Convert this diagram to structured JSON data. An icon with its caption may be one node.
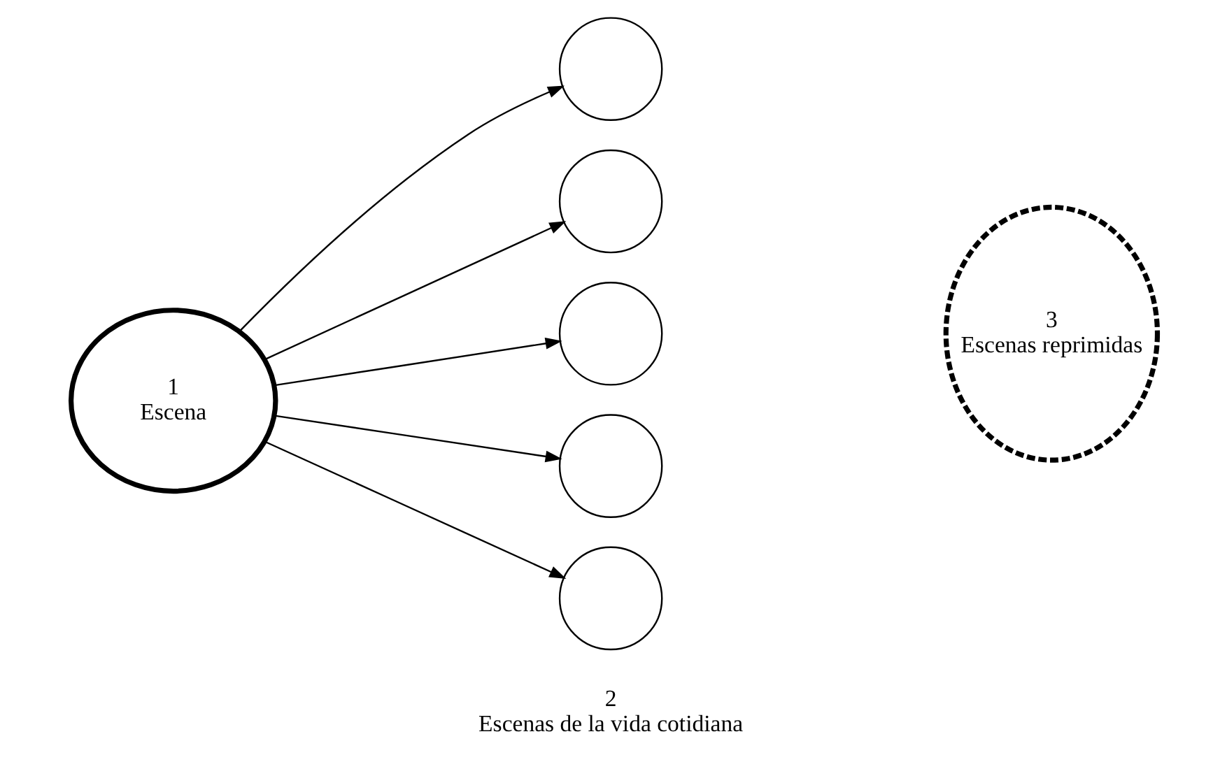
{
  "diagram": {
    "nodes": [
      {
        "text": [
          "1",
          "Escena"
        ]
      },
      {
        "text": [],
        "shape": "circle"
      },
      {
        "text": [],
        "shape": "circle"
      },
      {
        "text": [],
        "shape": "circle"
      },
      {
        "text": [],
        "shape": "circle"
      },
      {
        "text": [],
        "shape": "circle"
      },
      {
        "text": [
          "3",
          "Escenas reprimidas"
        ]
      }
    ],
    "edges": [
      {
        "from": 0,
        "to": 1,
        "arrow": "to"
      },
      {
        "from": 0,
        "to": 2,
        "arrow": "to"
      },
      {
        "from": 0,
        "to": 3,
        "arrow": "to"
      },
      {
        "from": 0,
        "to": 4,
        "arrow": "to"
      },
      {
        "from": 0,
        "to": 5,
        "arrow": "to"
      }
    ],
    "labels": [
      "2",
      "Escenas de la vida cotidiana"
    ]
  }
}
